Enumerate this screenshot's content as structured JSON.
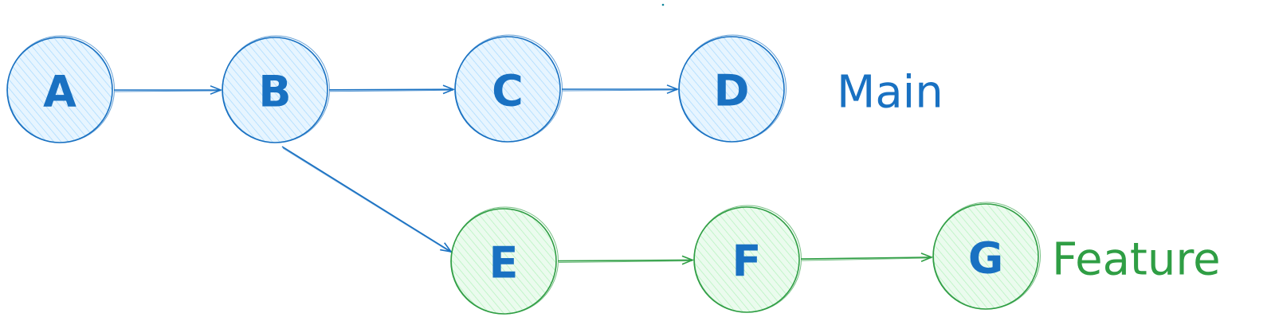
{
  "colors": {
    "main_stroke": "#1971c2",
    "main_fill": "#e7f5ff",
    "main_hatch": "#a5d8ff",
    "feature_stroke": "#2f9e44",
    "feature_fill": "#ebfbee",
    "feature_hatch": "#b2f2bb",
    "label_main": "#1971c2",
    "label_feature": "#2f9e44",
    "letter_main": "#1971c2",
    "letter_feature": "#1971c2"
  },
  "nodes": [
    {
      "id": "A",
      "label": "A",
      "branch": "main"
    },
    {
      "id": "B",
      "label": "B",
      "branch": "main"
    },
    {
      "id": "C",
      "label": "C",
      "branch": "main"
    },
    {
      "id": "D",
      "label": "D",
      "branch": "main"
    },
    {
      "id": "E",
      "label": "E",
      "branch": "feature"
    },
    {
      "id": "F",
      "label": "F",
      "branch": "feature"
    },
    {
      "id": "G",
      "label": "G",
      "branch": "feature"
    }
  ],
  "edges": [
    {
      "from": "A",
      "to": "B",
      "branch": "main"
    },
    {
      "from": "B",
      "to": "C",
      "branch": "main"
    },
    {
      "from": "C",
      "to": "D",
      "branch": "main"
    },
    {
      "from": "B",
      "to": "E",
      "branch": "main"
    },
    {
      "from": "E",
      "to": "F",
      "branch": "feature"
    },
    {
      "from": "F",
      "to": "G",
      "branch": "feature"
    }
  ],
  "branch_labels": {
    "main": "Main",
    "feature": "Feature"
  }
}
